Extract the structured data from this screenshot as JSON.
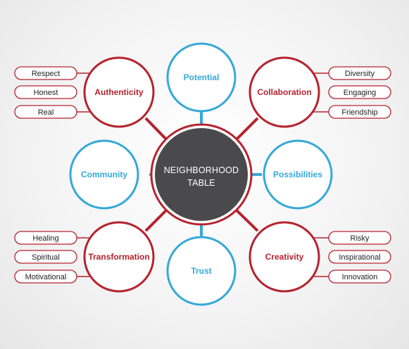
{
  "colors": {
    "red": "#b5232e",
    "blue": "#35a8d8",
    "center_fill": "#4a4a4c",
    "node_fill": "#ffffff"
  },
  "center": {
    "line1": "NEIGHBORHOOD",
    "line2": "TABLE"
  },
  "nodes": {
    "potential": {
      "label": "Potential"
    },
    "authenticity": {
      "label": "Authenticity"
    },
    "collaboration": {
      "label": "Collaboration"
    },
    "community": {
      "label": "Community"
    },
    "possibilities": {
      "label": "Possibilities"
    },
    "transformation": {
      "label": "Transformation"
    },
    "trust": {
      "label": "Trust"
    },
    "creativity": {
      "label": "Creativity"
    }
  },
  "pills": {
    "authenticity": [
      "Respect",
      "Honest",
      "Real"
    ],
    "collaboration": [
      "Diversity",
      "Engaging",
      "Friendship"
    ],
    "transformation": [
      "Healing",
      "Spiritual",
      "Motivational"
    ],
    "creativity": [
      "Risky",
      "Inspirational",
      "Innovation"
    ]
  }
}
